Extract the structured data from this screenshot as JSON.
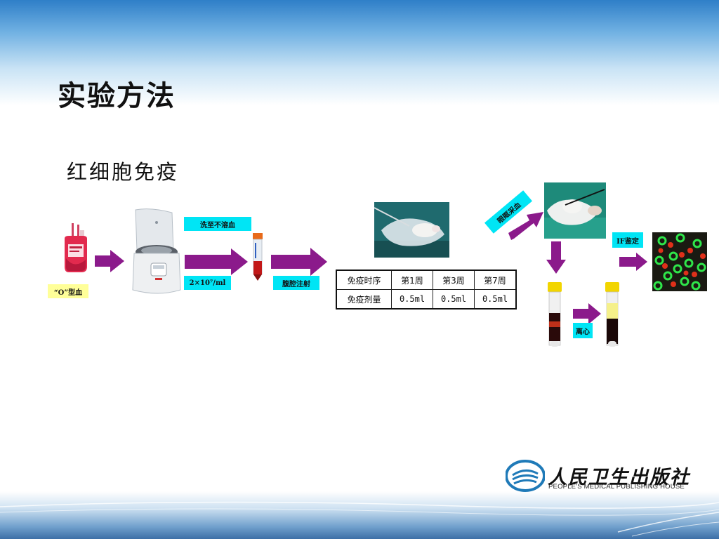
{
  "slide": {
    "title": "实验方法",
    "subtitle": "红细胞免疫"
  },
  "labels": {
    "o_blood": "“O”型血",
    "wash": "洗至不溶血",
    "concentration": "2×10⁷/ml",
    "ip_injection": "腹腔注射",
    "orbital_blood": "眼眶采血",
    "centrifuge": "离心",
    "if_identify": "IF鉴定"
  },
  "schedule": {
    "header": [
      "免疫时序",
      "第1周",
      "第3周",
      "第7周"
    ],
    "row": [
      "免疫剂量",
      "0.5ml",
      "0.5ml",
      "0.5ml"
    ]
  },
  "logo": {
    "chinese": "人民卫生出版社",
    "english": "PEOPLE'S MEDICAL PUBLISHING HOUSE"
  },
  "colors": {
    "arrow": "#8b1a8b",
    "cyan_label": "#00e5f5",
    "yellow_label": "#ffff99",
    "header_band": "#2f7fc8"
  }
}
